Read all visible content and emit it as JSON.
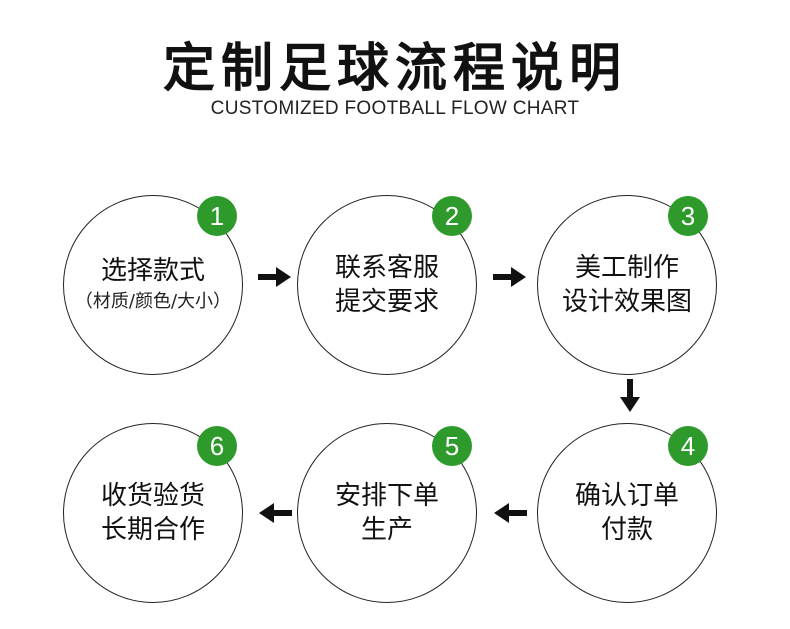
{
  "header": {
    "title": "定制足球流程说明",
    "subtitle": "CUSTOMIZED FOOTBALL FLOW CHART"
  },
  "steps": [
    {
      "number": "1",
      "line1": "选择款式",
      "note": "（材质/颜色/大小）"
    },
    {
      "number": "2",
      "line1": "联系客服",
      "line2": "提交要求"
    },
    {
      "number": "3",
      "line1": "美工制作",
      "line2": "设计效果图"
    },
    {
      "number": "4",
      "line1": "确认订单",
      "line2": "付款"
    },
    {
      "number": "5",
      "line1": "安排下单",
      "line2": "生产"
    },
    {
      "number": "6",
      "line1": "收货验货",
      "line2": "长期合作"
    }
  ],
  "colors": {
    "badge": "#2d9a2b",
    "text": "#111111",
    "arrow": "#111111"
  }
}
